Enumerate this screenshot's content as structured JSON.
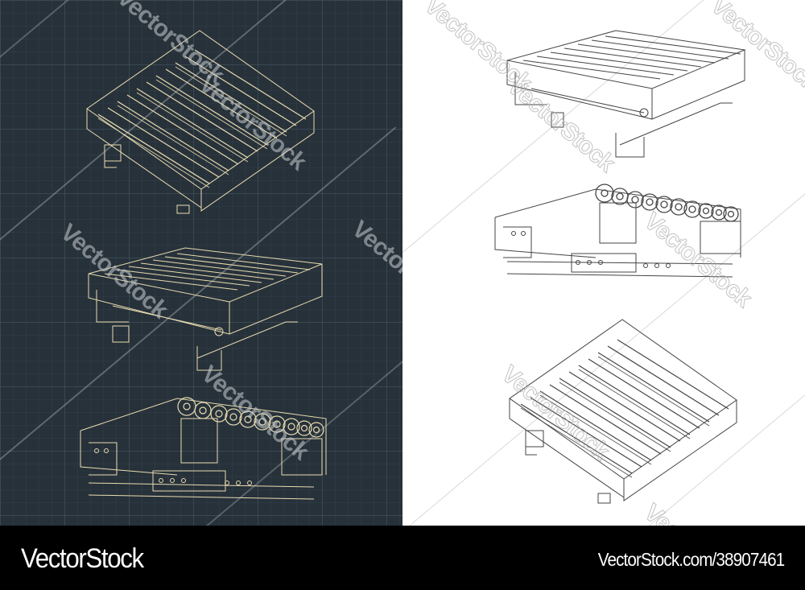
{
  "footer": {
    "brand": "VectorStock",
    "image_id": "VectorStock.com/38907461"
  },
  "watermark": {
    "text": "VectorStock"
  },
  "panels": {
    "left": {
      "style": "blueprint",
      "background": "#27313a",
      "line_color": "#e8dcb0",
      "views": [
        "roller-conveyor-top-isometric",
        "roller-conveyor-side-isometric",
        "roller-conveyor-front-rollers"
      ]
    },
    "right": {
      "style": "line-drawing",
      "background": "#ffffff",
      "line_color": "#444444",
      "views": [
        "roller-conveyor-side-isometric",
        "roller-conveyor-front-rollers",
        "roller-conveyor-top-isometric"
      ]
    }
  },
  "colors": {
    "footer_bg": "#000000",
    "footer_text": "#ffffff"
  }
}
